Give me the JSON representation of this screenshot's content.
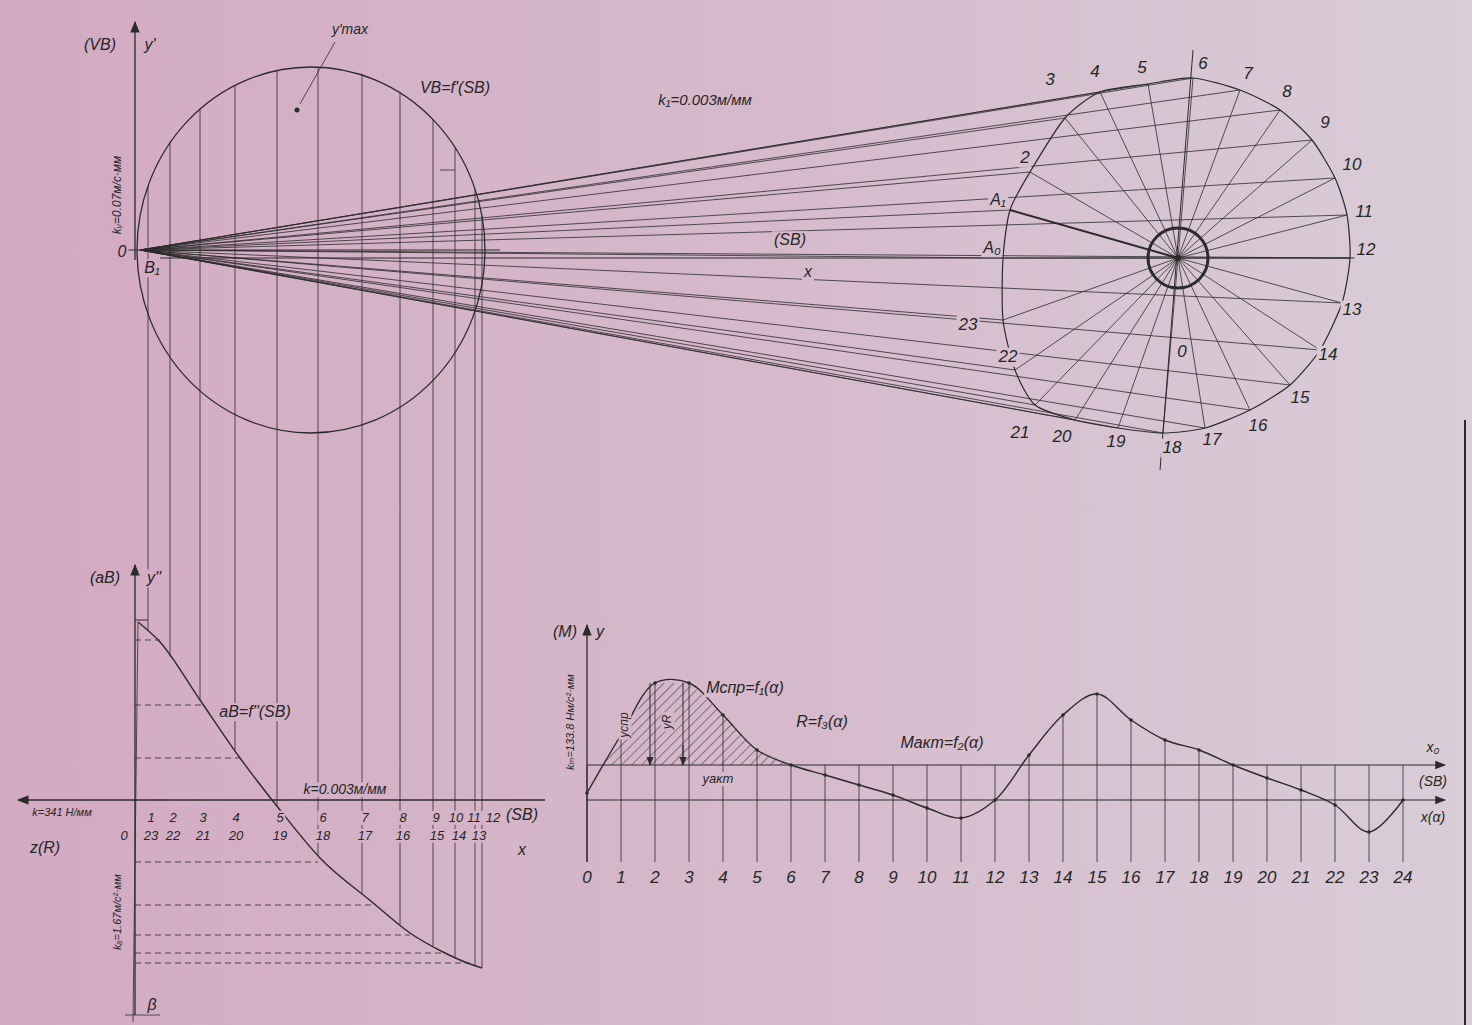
{
  "diagram": {
    "labels": [
      "(VB)",
      "y'",
      "y'max",
      "VB=f'(SB)",
      "k₁=0.003м/мм",
      "kᵥ=0.07м/с·мм",
      "0",
      "B₁",
      "(SB)",
      "x",
      "A₁",
      "A₀",
      "2",
      "3",
      "4",
      "5",
      "6",
      "7",
      "8",
      "9",
      "10",
      "11",
      "12",
      "13",
      "14",
      "15",
      "16",
      "17",
      "18",
      "19",
      "20",
      "21",
      "22",
      "23",
      "0",
      "(aB)",
      "y''",
      "aB=f''(SB)",
      "k=0.003м/мм",
      "k=341 Н/мм",
      "z(R)",
      "(SB)",
      "x",
      "kₐ=1.67м/с²·мм",
      "β",
      "1",
      "2",
      "3",
      "4",
      "5",
      "6",
      "7",
      "8",
      "9",
      "10",
      "11",
      "12",
      "0",
      "23",
      "22",
      "21",
      "20",
      "19",
      "18",
      "17",
      "16",
      "15",
      "14",
      "13",
      "(M)",
      "y",
      "kₘ=133.8 Нм/с²·мм",
      "Mспр=f₁(α)",
      "R=f₃(α)",
      "Mакт=f₂(α)",
      "yспр",
      "yR",
      "yакт",
      "x₀",
      "(SB)",
      "x(α)",
      "0",
      "1",
      "2",
      "3",
      "4",
      "5",
      "6",
      "7",
      "8",
      "9",
      "10",
      "11",
      "12",
      "13",
      "14",
      "15",
      "16",
      "17",
      "18",
      "19",
      "20",
      "21",
      "22",
      "23",
      "24"
    ]
  }
}
